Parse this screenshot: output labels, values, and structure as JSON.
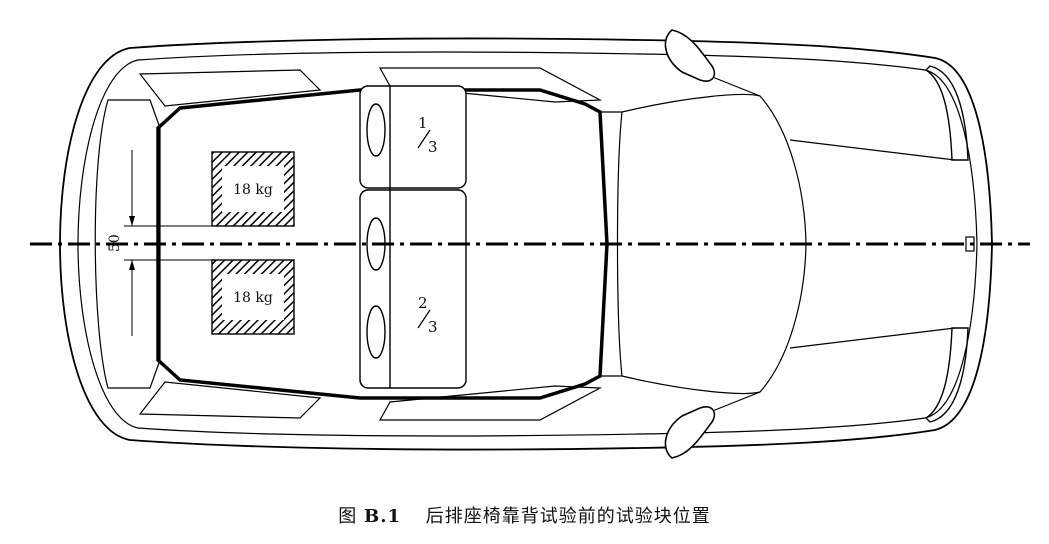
{
  "caption": {
    "prefix": "图",
    "number": "B.1",
    "title": "后排座椅靠背试验前的试验块位置"
  },
  "blocks": [
    {
      "mass_label": "18 kg"
    },
    {
      "mass_label": "18 kg"
    }
  ],
  "dimension": {
    "value": "50"
  },
  "seat_back": {
    "left_fraction": {
      "num": "1",
      "den": "3"
    },
    "right_fraction": {
      "num": "2",
      "den": "3"
    }
  }
}
